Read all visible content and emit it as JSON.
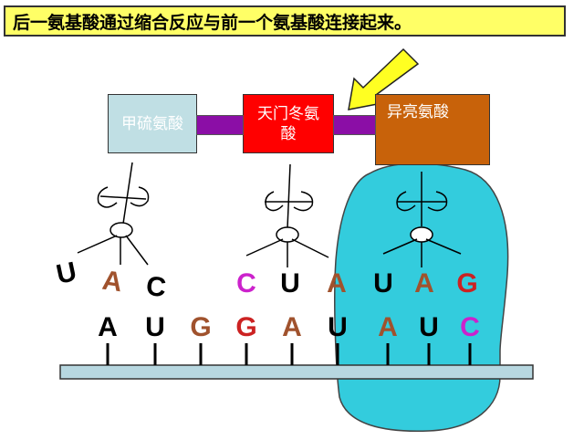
{
  "caption": "后一氨基酸通过缩合反应与前一个氨基酸连接起来。",
  "amino_acids": {
    "met": "甲硫氨酸",
    "asp": "天门冬氨酸",
    "ile": "异亮氨酸"
  },
  "anticodons": [
    {
      "t1": "U",
      "t2": "A",
      "t3": "C"
    },
    {
      "t1": "C",
      "t2": "U",
      "t3": "A"
    },
    {
      "t1": "U",
      "t2": "A",
      "t3": "G"
    }
  ],
  "mrna": [
    "A",
    "U",
    "G",
    "G",
    "A",
    "U",
    "A",
    "U",
    "C"
  ],
  "colors": {
    "U": "#000000",
    "A": "#a0522d",
    "G": "#cc2222",
    "C": "#cc22cc",
    "ribosome": "#33ccdd",
    "mrna_strand": "#b7d7e0"
  }
}
